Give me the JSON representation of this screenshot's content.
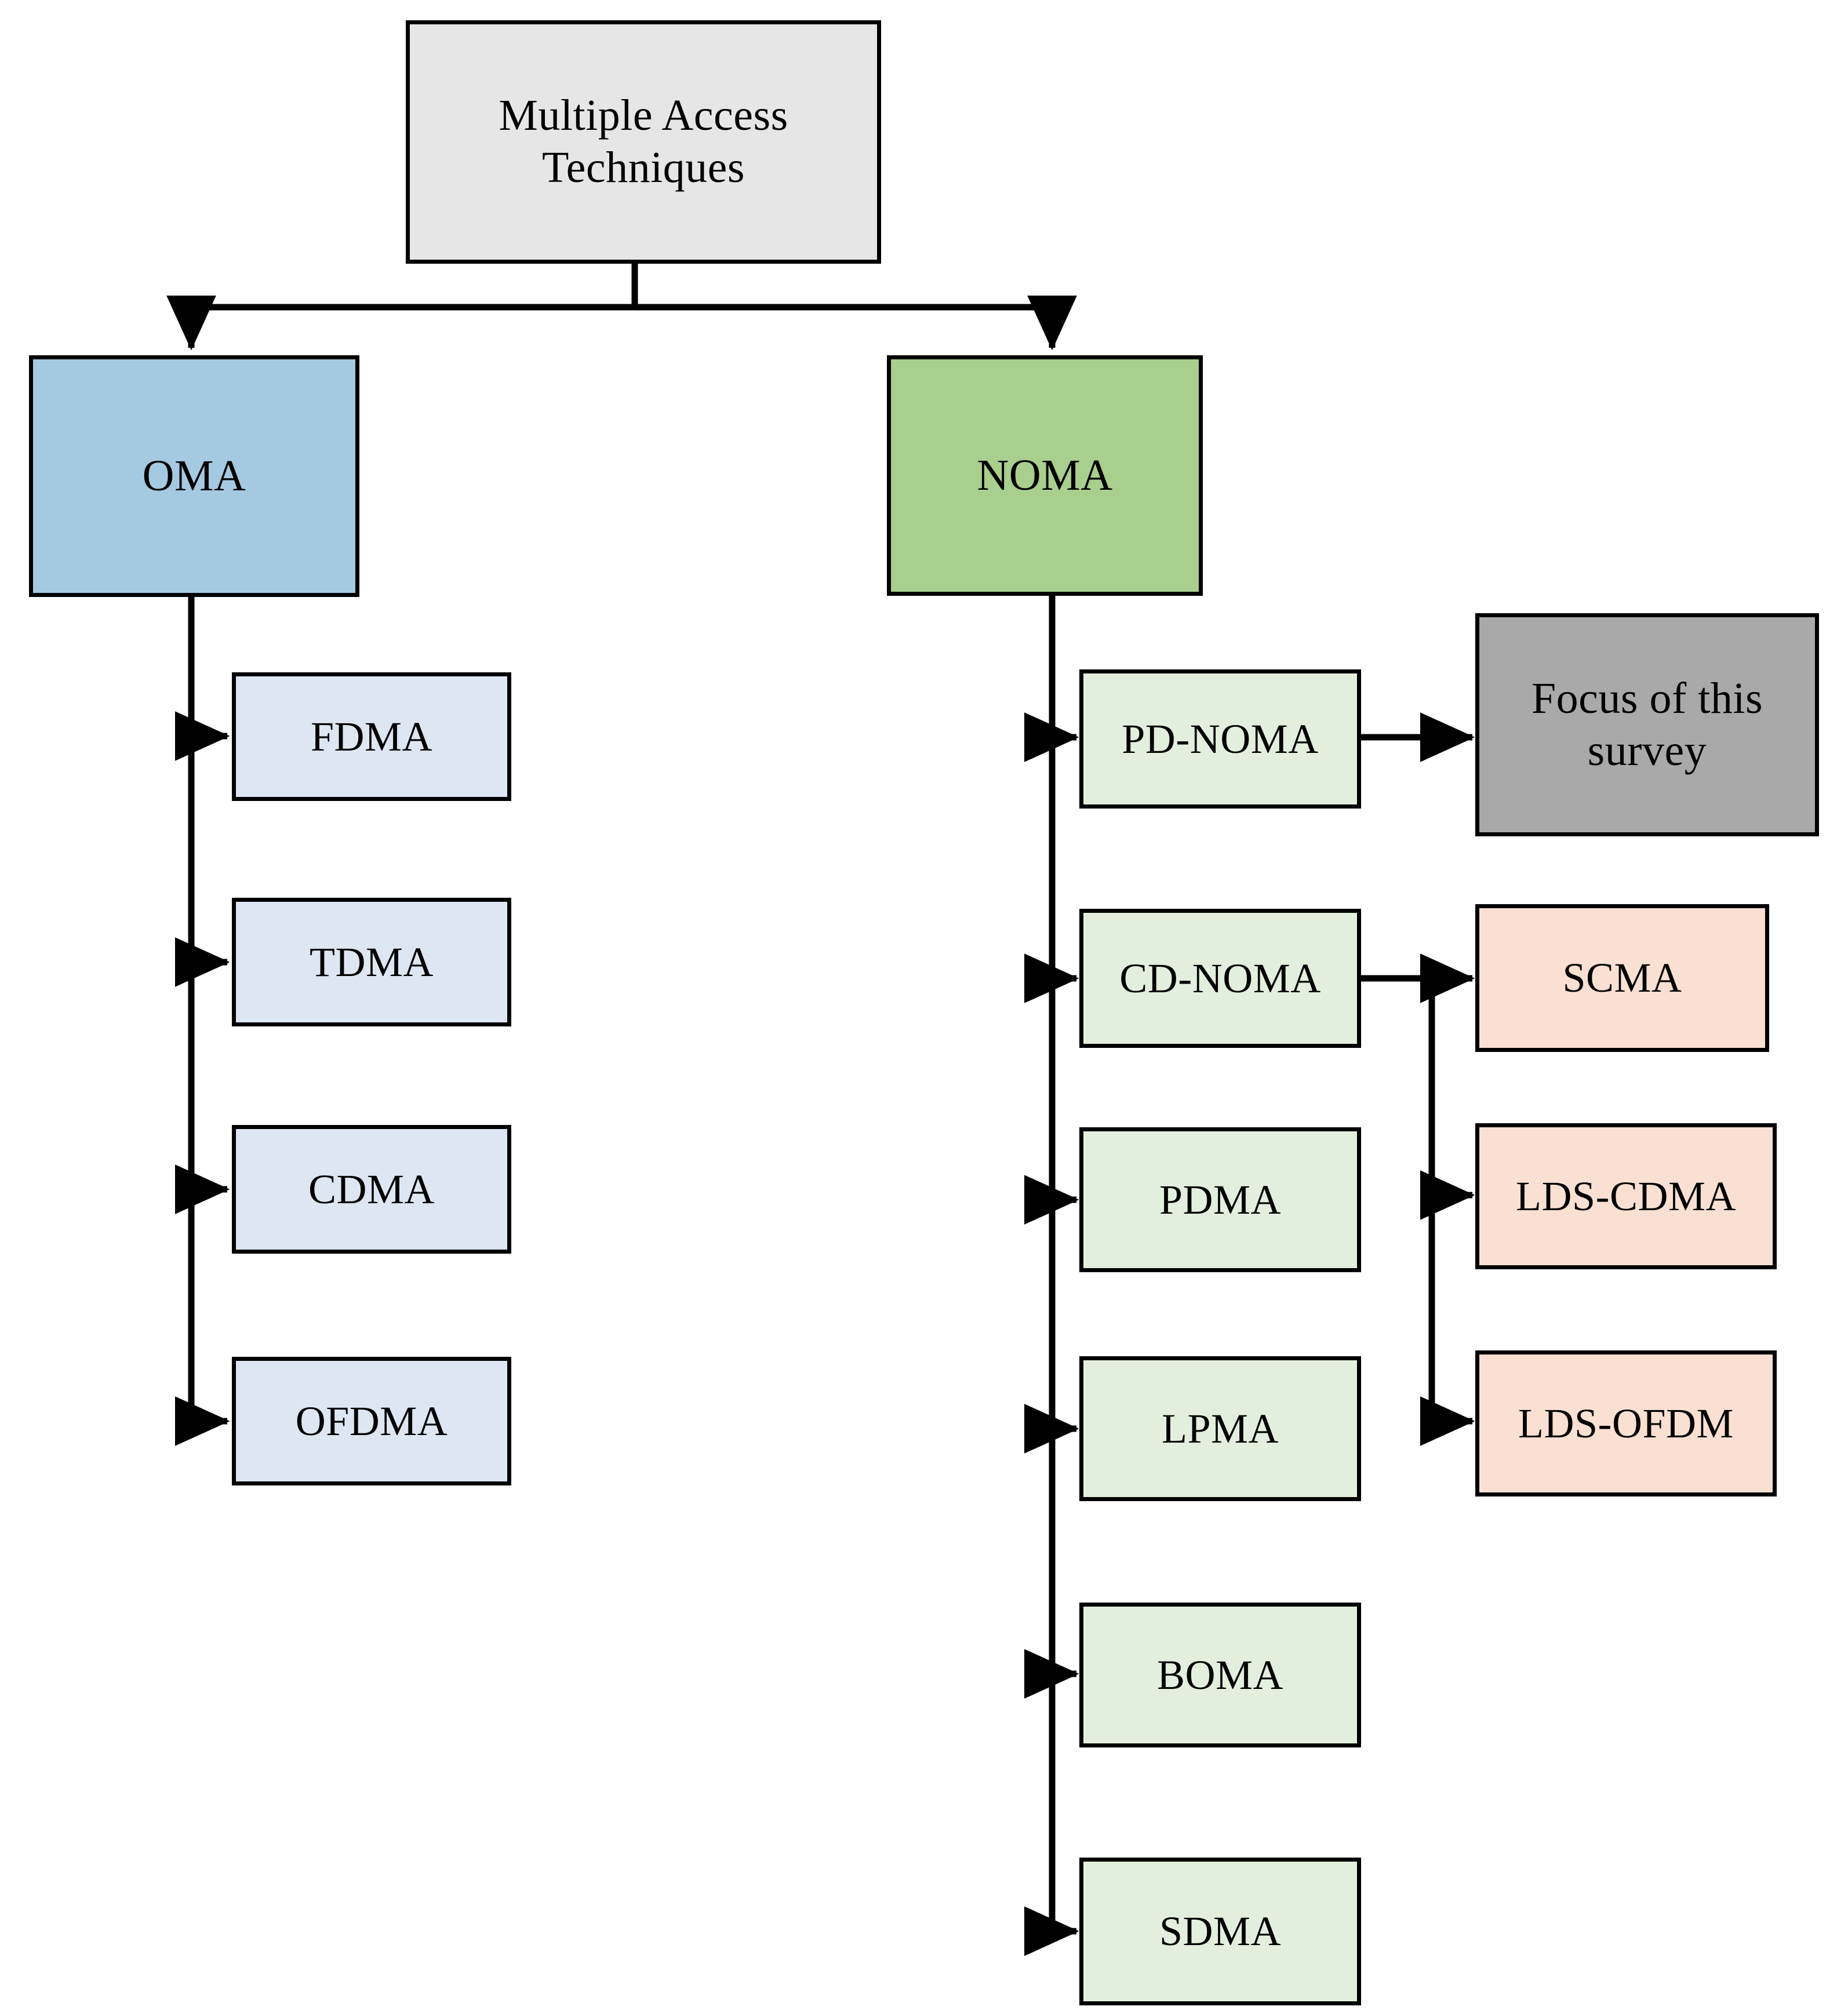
{
  "diagram": {
    "title": "Multiple Access Techniques taxonomy",
    "palette": {
      "root_fill": "#e6e6e6",
      "oma_fill": "#a6c9e2",
      "noma_fill": "#a8cf8d",
      "oma_child_fill": "#dce7f3",
      "noma_child_fill": "#e2efdc",
      "lds_fill": "#fae0d2",
      "focus_fill": "#a9a9a9",
      "stroke": "#000000",
      "text": "#000000",
      "background": "#ffffff"
    }
  },
  "nodes": {
    "root": {
      "label": "Multiple Access\nTechniques"
    },
    "oma": {
      "label": "OMA"
    },
    "noma": {
      "label": "NOMA"
    },
    "oma_children": [
      {
        "label": "FDMA"
      },
      {
        "label": "TDMA"
      },
      {
        "label": "CDMA"
      },
      {
        "label": "OFDMA"
      }
    ],
    "noma_children": [
      {
        "label": "PD-NOMA"
      },
      {
        "label": "CD-NOMA"
      },
      {
        "label": "PDMA"
      },
      {
        "label": "LPMA"
      },
      {
        "label": "BOMA"
      },
      {
        "label": "SDMA"
      }
    ],
    "pd_noma_children": [
      {
        "label": "Focus of this\nsurvey"
      }
    ],
    "cd_noma_children": [
      {
        "label": "SCMA"
      },
      {
        "label": "LDS-CDMA"
      },
      {
        "label": "LDS-OFDM"
      }
    ]
  },
  "edges": [
    {
      "from": "root",
      "to": "oma",
      "kind": "elbow-arrow"
    },
    {
      "from": "root",
      "to": "noma",
      "kind": "elbow-arrow"
    },
    {
      "from": "oma",
      "to": "FDMA",
      "kind": "spine-arrow"
    },
    {
      "from": "oma",
      "to": "TDMA",
      "kind": "spine-arrow"
    },
    {
      "from": "oma",
      "to": "CDMA",
      "kind": "spine-arrow"
    },
    {
      "from": "oma",
      "to": "OFDMA",
      "kind": "spine-arrow"
    },
    {
      "from": "noma",
      "to": "PD-NOMA",
      "kind": "spine-arrow"
    },
    {
      "from": "noma",
      "to": "CD-NOMA",
      "kind": "spine-arrow"
    },
    {
      "from": "noma",
      "to": "PDMA",
      "kind": "spine-arrow"
    },
    {
      "from": "noma",
      "to": "LPMA",
      "kind": "spine-arrow"
    },
    {
      "from": "noma",
      "to": "BOMA",
      "kind": "spine-arrow"
    },
    {
      "from": "noma",
      "to": "SDMA",
      "kind": "spine-arrow"
    },
    {
      "from": "PD-NOMA",
      "to": "Focus of this survey",
      "kind": "straight-arrow"
    },
    {
      "from": "CD-NOMA",
      "to": "SCMA",
      "kind": "straight-arrow"
    },
    {
      "from": "CD-NOMA",
      "to": "LDS-CDMA",
      "kind": "spine-arrow"
    },
    {
      "from": "CD-NOMA",
      "to": "LDS-OFDM",
      "kind": "spine-arrow"
    }
  ]
}
